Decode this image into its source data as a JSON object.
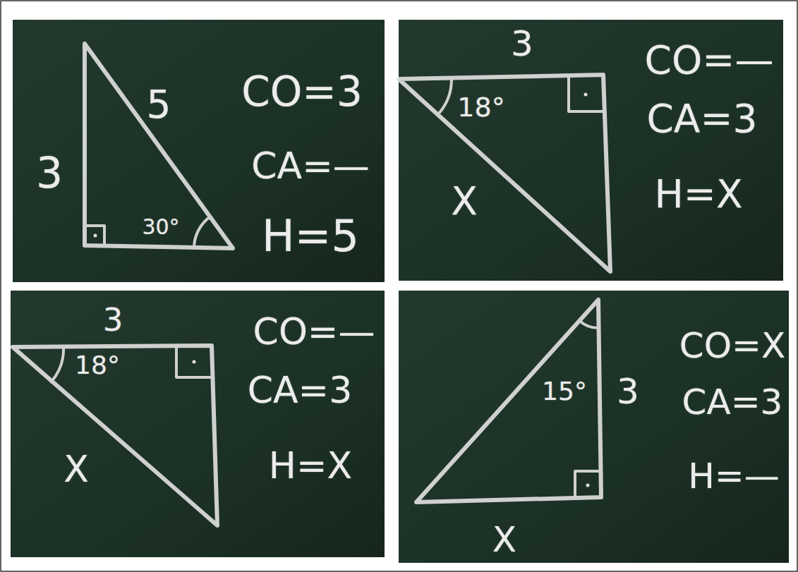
{
  "diagram": {
    "labels": [
      "3",
      "5",
      "30°",
      "CO=3",
      "CA=—",
      "H=5",
      "3",
      "CO=—",
      "18°",
      "CA=3",
      "X",
      "H=X",
      "3",
      "CO=—",
      "18°",
      "CA=3",
      "X",
      "H=X",
      "CO=X",
      "15°",
      "3",
      "CA=3",
      "H=—",
      "X"
    ]
  }
}
